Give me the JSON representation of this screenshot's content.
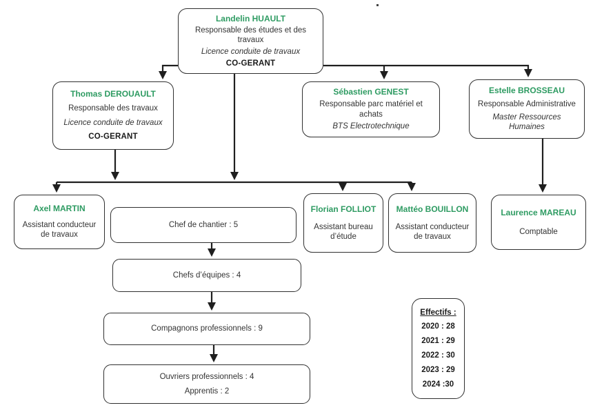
{
  "page": {
    "background": "#ffffff",
    "accent_green": "#2E9B62",
    "line_color": "#1f1f1f"
  },
  "org_nodes": {
    "landelin": {
      "name": "Landelin HUAULT",
      "role": "Responsable des études et des travaux",
      "qualification": "Licence conduite de travaux",
      "status": "CO-GERANT"
    },
    "thomas": {
      "name": "Thomas DEROUAULT",
      "role": "Responsable des travaux",
      "qualification": "Licence conduite de travaux",
      "status": "CO-GERANT"
    },
    "sebastien": {
      "name": "Sébastien GENEST",
      "role": "Responsable parc matériel et achats",
      "qualification": "BTS Electrotechnique"
    },
    "estelle": {
      "name": "Estelle BROSSEAU",
      "role": "Responsable Administrative",
      "qualification": "Master Ressources Humaines"
    },
    "axel": {
      "name": "Axel MARTIN",
      "role": "Assistant conducteur de travaux"
    },
    "chef_chantier": {
      "label": "Chef de chantier : 5"
    },
    "florian": {
      "name": "Florian FOLLIOT",
      "role": "Assistant bureau d’étude"
    },
    "matteo": {
      "name": "Mattéo BOUILLON",
      "role": "Assistant conducteur de travaux"
    },
    "laurence": {
      "name": "Laurence MAREAU",
      "role": "Comptable"
    },
    "chefs_equipes": {
      "label": "Chefs d’équipes : 4"
    },
    "compagnons": {
      "label": "Compagnons professionnels : 9"
    },
    "ouvriers": {
      "label_line1": "Ouvriers professionnels : 4",
      "label_line2": "Apprentis : 2"
    }
  },
  "effectifs": {
    "title": "Effectifs :",
    "rows": [
      "2020 : 28",
      "2021 : 29",
      "2022 : 30",
      "2023 : 29",
      "2024 :30"
    ]
  }
}
